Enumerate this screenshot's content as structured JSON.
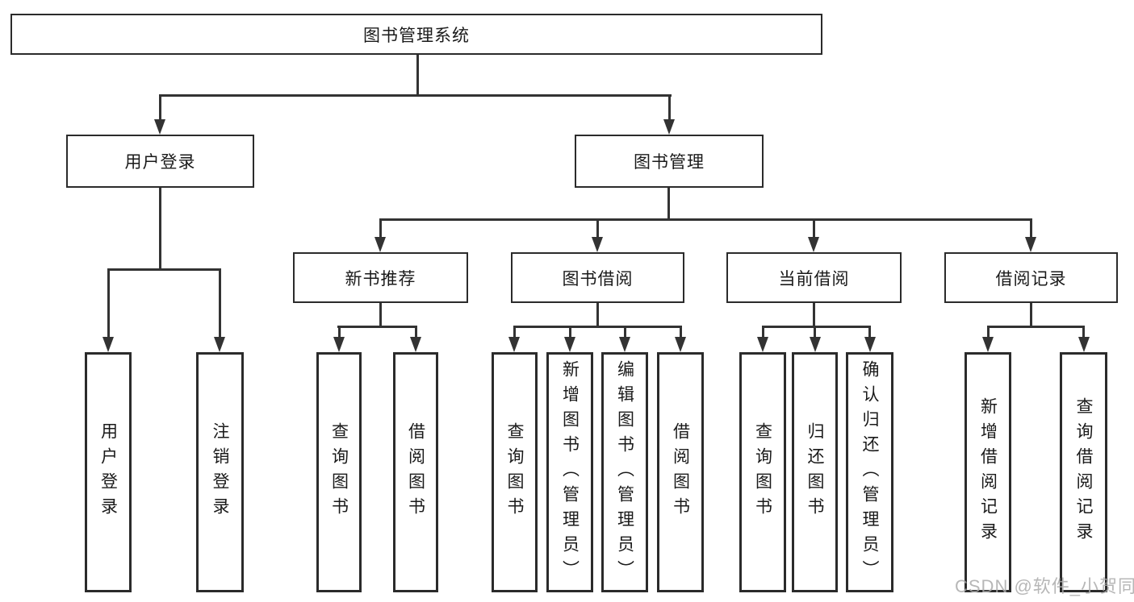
{
  "tree": {
    "root": {
      "label": "图书管理系统",
      "children": [
        {
          "label": "用户登录",
          "children": [
            {
              "label": "用户登录"
            },
            {
              "label": "注销登录"
            }
          ]
        },
        {
          "label": "图书管理",
          "children": [
            {
              "label": "新书推荐",
              "children": [
                {
                  "label": "查询图书"
                },
                {
                  "label": "借阅图书"
                }
              ]
            },
            {
              "label": "图书借阅",
              "children": [
                {
                  "label": "查询图书"
                },
                {
                  "label": "新增图书（管理员）"
                },
                {
                  "label": "编辑图书（管理员）"
                },
                {
                  "label": "借阅图书"
                }
              ]
            },
            {
              "label": "当前借阅",
              "children": [
                {
                  "label": "查询图书"
                },
                {
                  "label": "归还图书"
                },
                {
                  "label": "确认归还（管理员）"
                }
              ]
            },
            {
              "label": "借阅记录",
              "children": [
                {
                  "label": "新增借阅记录"
                },
                {
                  "label": "查询借阅记录"
                }
              ]
            }
          ]
        }
      ]
    }
  },
  "watermark": {
    "text": "CSDN @软件_小贺同学"
  },
  "colors": {
    "line": "#333333",
    "box_border": "#2b2b2b",
    "text": "#1a1a1a",
    "watermark": "#aaaaaa",
    "background": "#ffffff"
  }
}
